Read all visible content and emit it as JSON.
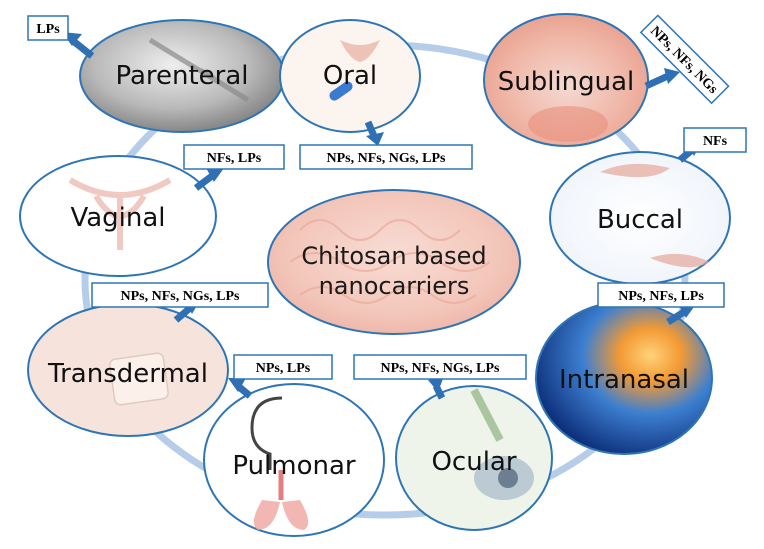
{
  "center": {
    "line1": "Chitosan based",
    "line2": "nanocarriers"
  },
  "routes": [
    {
      "id": "parenteral",
      "label": "Parenteral",
      "image": "syringe-photo",
      "tag": "LPs"
    },
    {
      "id": "oral",
      "label": "Oral",
      "image": "capsule-mouth-photo",
      "tag": "NPs, NFs, NGs, LPs"
    },
    {
      "id": "sublingual",
      "label": "Sublingual",
      "image": "open-mouth-tongue-photo",
      "tag": "NPs, NFs, NGs"
    },
    {
      "id": "buccal",
      "label": "Buccal",
      "image": "cheek-lip-photo",
      "tag": "NFs"
    },
    {
      "id": "intranasal",
      "label": "Intranasal",
      "image": "nose-glow-photo",
      "tag": "NPs, NFs, LPs"
    },
    {
      "id": "ocular",
      "label": "Ocular",
      "image": "eye-dropper-photo",
      "tag": "NPs, NFs, NGs, LPs"
    },
    {
      "id": "pulmonar",
      "label": "Pulmonar",
      "image": "lungs-inhaler-illustration",
      "tag": "NPs, LPs"
    },
    {
      "id": "transdermal",
      "label": "Transdermal",
      "image": "skin-patch-photo",
      "tag": "NPs, NFs, NGs, LPs"
    },
    {
      "id": "vaginal",
      "label": "Vaginal",
      "image": "uterus-illustration",
      "tag": "NFs, LPs"
    }
  ],
  "colors": {
    "ring": "#a9c4e6",
    "node_border": "#2e75b6",
    "arrow": "#2f6fb3",
    "tag_border": "#2e75b6"
  }
}
